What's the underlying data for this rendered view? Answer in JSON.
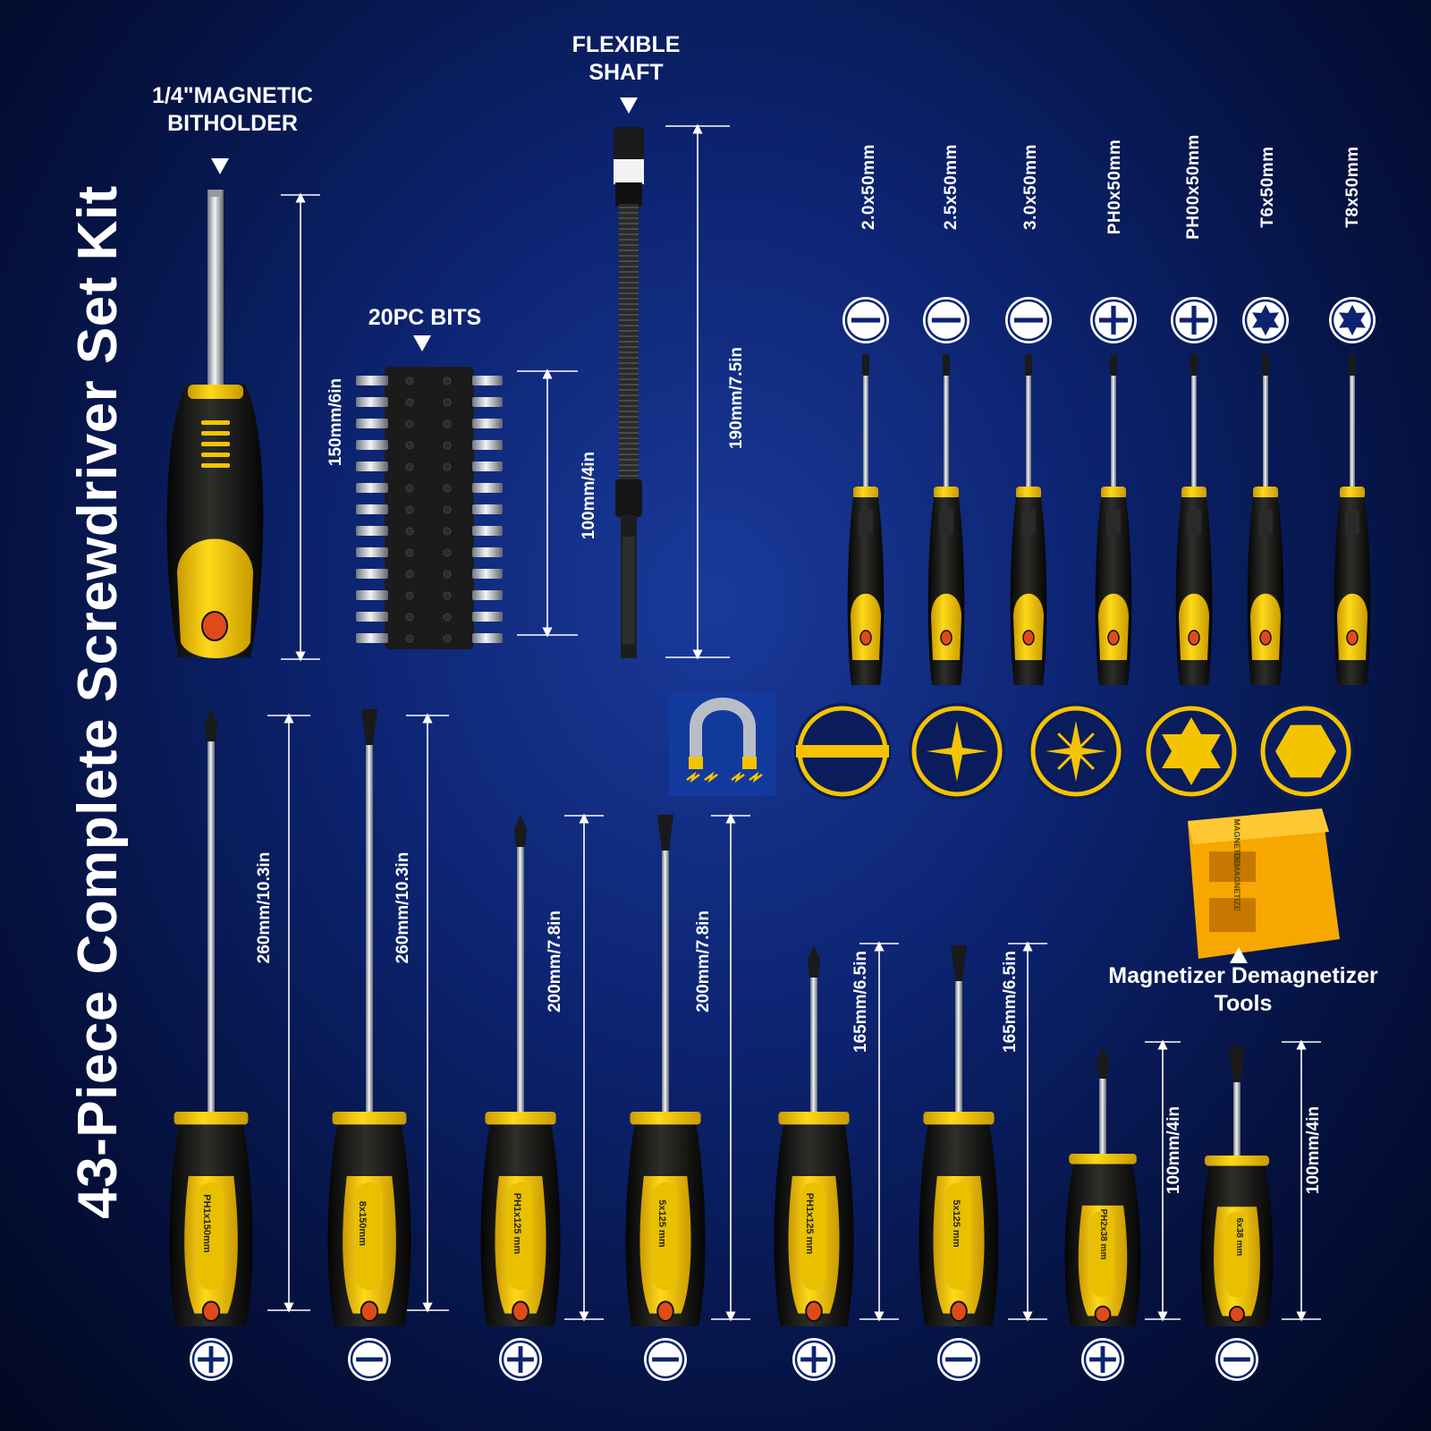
{
  "title": "43-Piece Complete Screwdriver Set Kit",
  "labels": {
    "bitholder_line1": "1/4\"MAGNETIC",
    "bitholder_line2": "BITHOLDER",
    "bits": "20PC BITS",
    "flex_line1": "FLEXIBLE",
    "flex_line2": "SHAFT",
    "magnetizer_line1": "Magnetizer Demagnetizer",
    "magnetizer_line2": "Tools"
  },
  "top_dimensions": {
    "bitholder": "150mm/6in",
    "bits": "100mm/4in",
    "flex": "190mm/7.5in"
  },
  "precision_sizes": [
    "2.0x50mm",
    "2.5x50mm",
    "3.0x50mm",
    "PH0x50mm",
    "PH00x50mm",
    "T6x50mm",
    "T8x50mm"
  ],
  "precision_tips": [
    "slotted",
    "slotted",
    "slotted",
    "phillips",
    "phillips",
    "torx",
    "torx"
  ],
  "tip_types": [
    "slotted",
    "phillips",
    "pozidriv",
    "torx",
    "hex"
  ],
  "screwdrivers": [
    {
      "dimension": "260mm/10.3in",
      "handle": "PH1x150mm",
      "tip": "phillips"
    },
    {
      "dimension": "260mm/10.3in",
      "handle": "8x150mm",
      "tip": "slotted"
    },
    {
      "dimension": "200mm/7.8in",
      "handle": "PH1x125 mm",
      "tip": "phillips"
    },
    {
      "dimension": "200mm/7.8in",
      "handle": "5x125 mm",
      "tip": "slotted"
    },
    {
      "dimension": "165mm/6.5in",
      "handle": "PH1x125 mm",
      "tip": "phillips"
    },
    {
      "dimension": "165mm/6.5in",
      "handle": "5x125 mm",
      "tip": "slotted"
    },
    {
      "dimension": "100mm/4in",
      "handle": "PH2x38 mm",
      "tip": "phillips"
    },
    {
      "dimension": "100mm/4in",
      "handle": "6x38 mm",
      "tip": "slotted"
    }
  ],
  "magnetizer_labels": {
    "top": "MAGNETIZE",
    "bottom": "DEMAGNETIZE"
  },
  "colors": {
    "accent": "#f5c400",
    "handle": "#15150f",
    "background": "#0c2370"
  }
}
